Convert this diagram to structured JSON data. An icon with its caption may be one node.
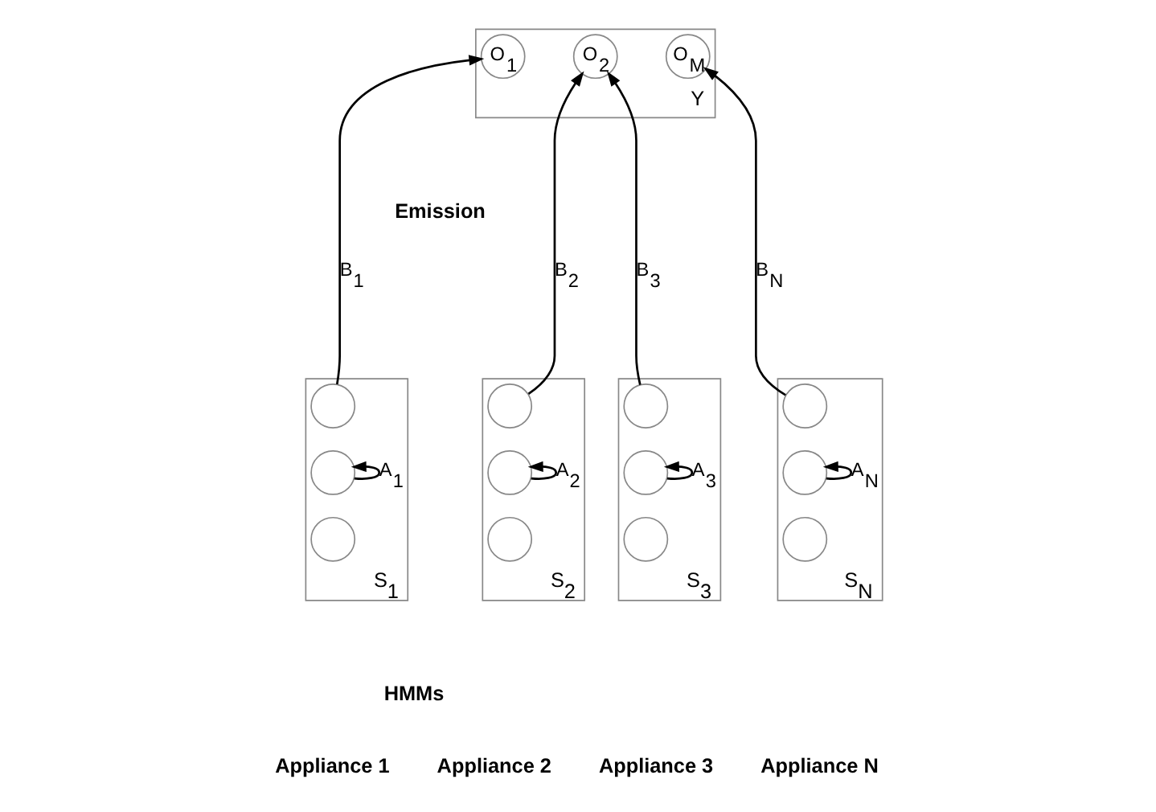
{
  "diagram": {
    "nodes": [
      {
        "text": [],
        "shape": "box",
        "beside": [
          "Y"
        ]
      },
      {
        "text": [
          "O$_{1}$"
        ],
        "in": 0
      },
      {
        "text": [
          "O$_{2}$"
        ],
        "in": 0
      },
      {
        "text": [
          "O$_{M}$"
        ],
        "in": 0
      },
      {
        "text": [],
        "shape": "box",
        "beside": [
          "S$_{1}$"
        ]
      },
      {
        "text": [],
        "shape": "circle",
        "in": 4
      },
      {
        "text": [],
        "shape": "circle",
        "in": 4
      },
      {
        "text": [],
        "shape": "circle",
        "in": 4
      },
      {
        "text": [],
        "shape": "box",
        "beside": [
          "S$_{2}$"
        ]
      },
      {
        "text": [],
        "shape": "circle",
        "in": 8
      },
      {
        "text": [],
        "shape": "circle",
        "in": 8
      },
      {
        "text": [],
        "shape": "circle",
        "in": 8
      },
      {
        "text": [],
        "shape": "box",
        "beside": [
          "S$_{3}$"
        ]
      },
      {
        "text": [],
        "shape": "circle",
        "in": 12
      },
      {
        "text": [],
        "shape": "circle",
        "in": 12
      },
      {
        "text": [],
        "shape": "circle",
        "in": 12
      },
      {
        "text": [],
        "shape": "box",
        "beside": [
          "S$_{N}$"
        ]
      },
      {
        "text": [],
        "shape": "circle",
        "in": 16
      },
      {
        "text": [],
        "shape": "circle",
        "in": 16
      },
      {
        "text": [],
        "shape": "circle",
        "in": 16
      }
    ],
    "edges": [
      {
        "from": 5,
        "to": 1,
        "arrow": "to",
        "label": "B$_{1}$"
      },
      {
        "from": 9,
        "to": 2,
        "arrow": "to",
        "label": "B$_{2}$"
      },
      {
        "from": 13,
        "to": 2,
        "arrow": "to",
        "label": "B$_{3}$"
      },
      {
        "from": 17,
        "to": 3,
        "arrow": "to",
        "label": "B$_{N}$"
      },
      {
        "from": 6,
        "to": 6,
        "arrow": "to",
        "label": "A$_{1}$"
      },
      {
        "from": 10,
        "to": 10,
        "arrow": "to",
        "label": "A$_{2}$"
      },
      {
        "from": 14,
        "to": 14,
        "arrow": "to",
        "label": "A$_{3}$"
      },
      {
        "from": 18,
        "to": 18,
        "arrow": "to",
        "label": "A$_{N}$"
      }
    ],
    "labels": [
      "Emission",
      "HMMs",
      "Appliance 1",
      "Appliance 2",
      "Appliance 3",
      "Appliance N"
    ]
  }
}
